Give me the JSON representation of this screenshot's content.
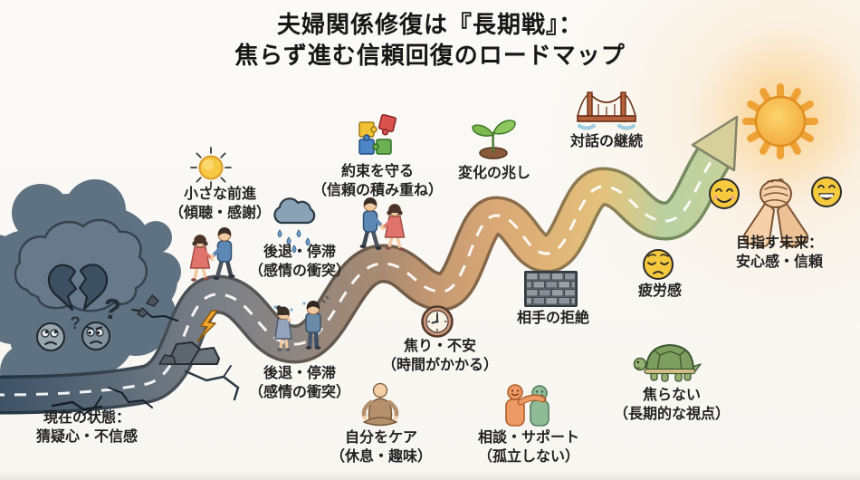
{
  "title": {
    "line1": "夫婦関係修復は『長期戦』：",
    "line2": "焦らず進む信頼回復のロードマップ"
  },
  "start": {
    "line1": "現在の状態：",
    "line2": "猜疑心・不信感",
    "icon": "storm-cloud-broken-heart-icon"
  },
  "goal": {
    "line1": "目指す未来：",
    "line2": "安心感・信頼",
    "icons": [
      "smiley-icon",
      "clasped-hands-icon",
      "laughing-smiley-icon",
      "big-sun-icon"
    ]
  },
  "milestones": [
    {
      "id": "small-progress",
      "icon": "sun-icon",
      "line1": "小さな前進",
      "line2": "（傾聴・感謝）"
    },
    {
      "id": "setback-1",
      "icon": "rain-cloud-icon",
      "line1": "後退・停滞",
      "line2": "（感情の衝突）"
    },
    {
      "id": "keep-promises",
      "icon": "puzzle-icon",
      "line1": "約束を守る",
      "line2": "（信頼の積み重ね）"
    },
    {
      "id": "signs-of-change",
      "icon": "sprout-icon",
      "line1": "変化の兆し",
      "line2": ""
    },
    {
      "id": "continue-dialogue",
      "icon": "bridge-icon",
      "line1": "対話の継続",
      "line2": ""
    },
    {
      "id": "setback-2",
      "icon": "arguing-couple",
      "line1": "後退・停滞",
      "line2": "（感情の衝突）"
    },
    {
      "id": "impatience",
      "icon": "clock-icon",
      "line1": "焦り・不安",
      "line2": "（時間がかかる）"
    },
    {
      "id": "rejection",
      "icon": "brick-wall-icon",
      "line1": "相手の拒絶",
      "line2": ""
    },
    {
      "id": "fatigue",
      "icon": "tired-face-icon",
      "line1": "疲労感",
      "line2": ""
    },
    {
      "id": "self-care",
      "icon": "meditation-icon",
      "line1": "自分をケア",
      "line2": "（休息・趣味）"
    },
    {
      "id": "support",
      "icon": "support-pair-icon",
      "line1": "相談・サポート",
      "line2": "（孤立しない）"
    },
    {
      "id": "dont-rush",
      "icon": "turtle-icon",
      "line1": "焦らない",
      "line2": "（長期的な視点）"
    }
  ],
  "cloud": {
    "question_mark": "?"
  },
  "illustration": {
    "road": "winding-road-with-arrow",
    "extras": [
      "walking-couple",
      "walking-couple",
      "lightning-icon",
      "rocks",
      "ground-cracks"
    ]
  },
  "colors": {
    "background": "#f8f6f1",
    "title_text": "#171717",
    "label_text": "#222222",
    "road_start": "#3d5165",
    "road_gray": "#7c8087",
    "road_brown": "#a98a71",
    "road_orange": "#d9a876",
    "road_yellow": "#e3c17c",
    "road_green": "#b9d0a1",
    "arrow": "#d8d09a",
    "storm_cloud": "#5f7282",
    "sun": "#f5b942",
    "sun_glow": "#fbc35f"
  }
}
